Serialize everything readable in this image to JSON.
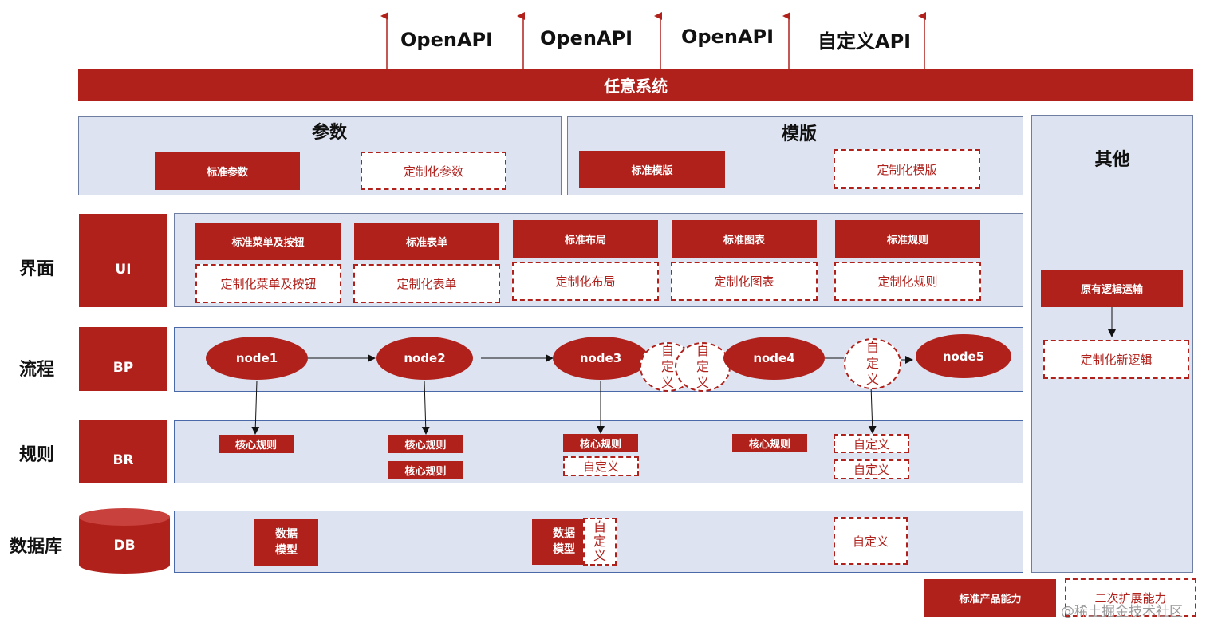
{
  "apis": [
    "OpenAPI",
    "OpenAPI",
    "OpenAPI",
    "自定义API"
  ],
  "system_bar": "任意系统",
  "params": {
    "title": "参数",
    "standard": "标准参数",
    "custom": "定制化参数"
  },
  "templates": {
    "title": "模版",
    "standard": "标准模版",
    "custom": "定制化模版"
  },
  "other": {
    "title": "其他",
    "standard": "原有逻辑运输",
    "custom": "定制化新逻辑"
  },
  "layers": {
    "ui": {
      "label": "界面",
      "code": "UI"
    },
    "bp": {
      "label": "流程",
      "code": "BP"
    },
    "br": {
      "label": "规则",
      "code": "BR"
    },
    "db": {
      "label": "数据库",
      "code": "DB"
    }
  },
  "ui_items": [
    {
      "standard": "标准菜单及按钮",
      "custom": "定制化菜单及按钮"
    },
    {
      "standard": "标准表单",
      "custom": "定制化表单"
    },
    {
      "standard": "标准布局",
      "custom": "定制化布局"
    },
    {
      "standard": "标准图表",
      "custom": "定制化图表"
    },
    {
      "standard": "标准规则",
      "custom": "定制化规则"
    }
  ],
  "nodes": [
    "node1",
    "node2",
    "node3",
    "node4",
    "node5"
  ],
  "custom_circle": "自定义",
  "rules": {
    "core": "核心规则",
    "custom": "自定义"
  },
  "db_items": {
    "model": "数据模型",
    "custom": "自定义"
  },
  "legend": {
    "standard": "标准产品能力",
    "custom": "二次扩展能力"
  },
  "watermark": "@稀土掘金技术社区",
  "colors": {
    "brand_red": "#b0211c",
    "panel_fill": "#dde3f0",
    "panel_border": "#4a69a8"
  }
}
